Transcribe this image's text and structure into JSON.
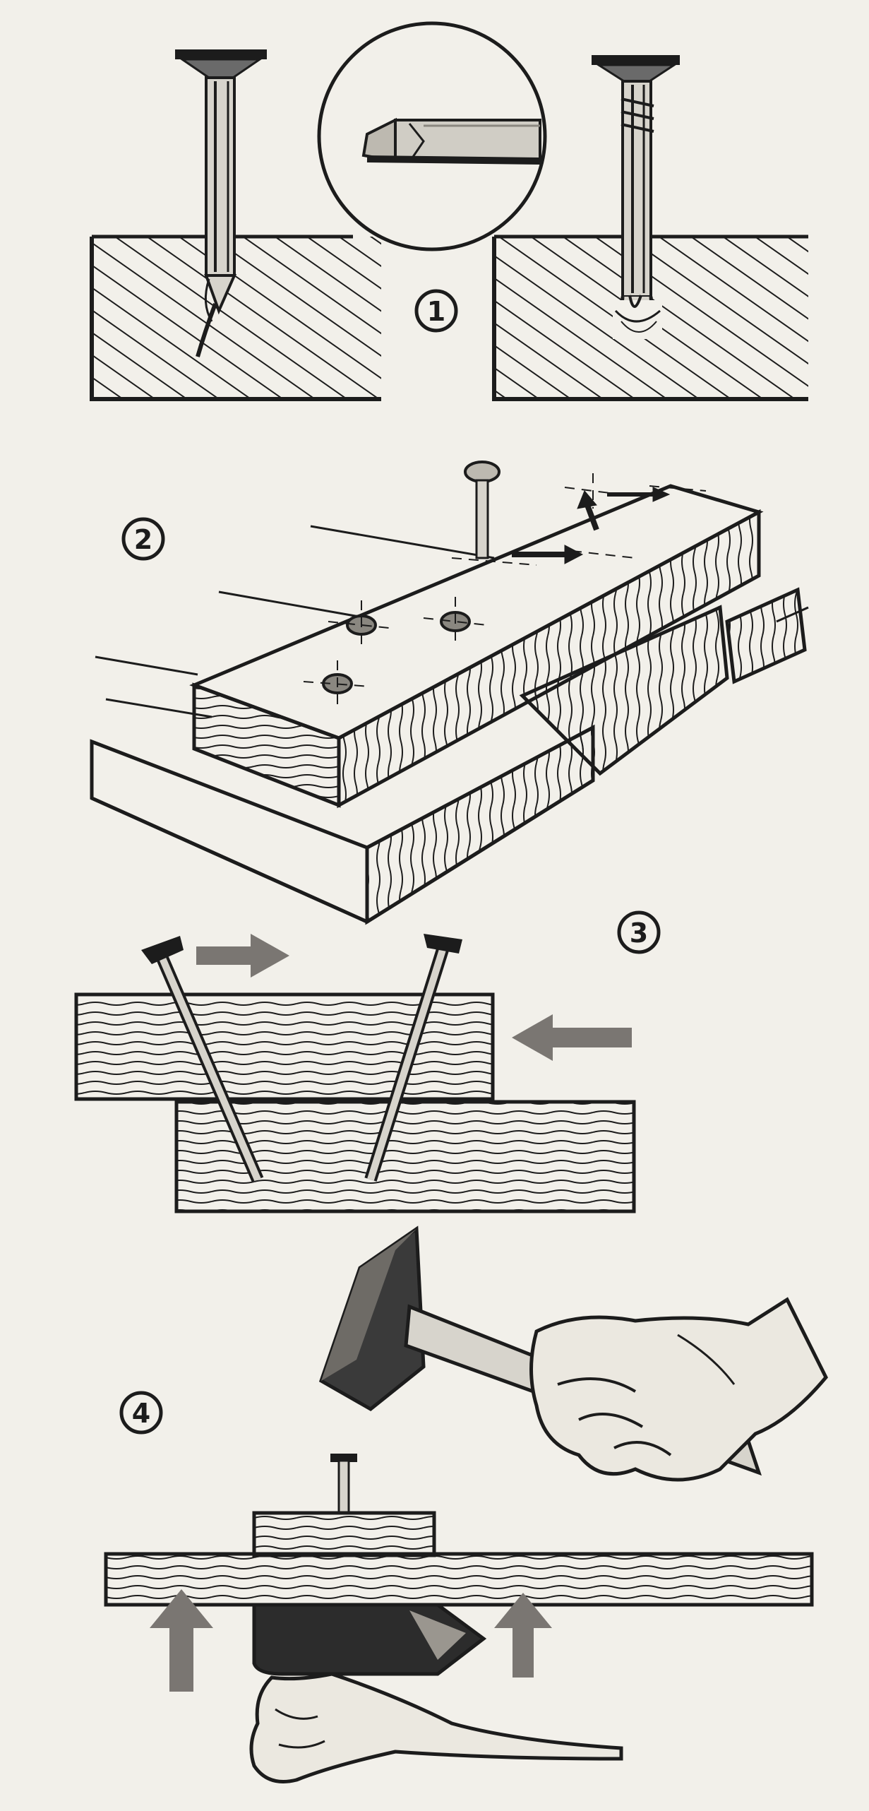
{
  "figure": {
    "background": "#f2f0ea",
    "ink": "#1c1c1c",
    "arrow_color": "#7a7672",
    "panels": [
      {
        "number": "1",
        "description_icon": "nail-tip-detail"
      },
      {
        "number": "2",
        "description_icon": "stagger-nails"
      },
      {
        "number": "3",
        "description_icon": "toe-nailing"
      },
      {
        "number": "4",
        "description_icon": "clinching-with-dolly"
      }
    ]
  }
}
